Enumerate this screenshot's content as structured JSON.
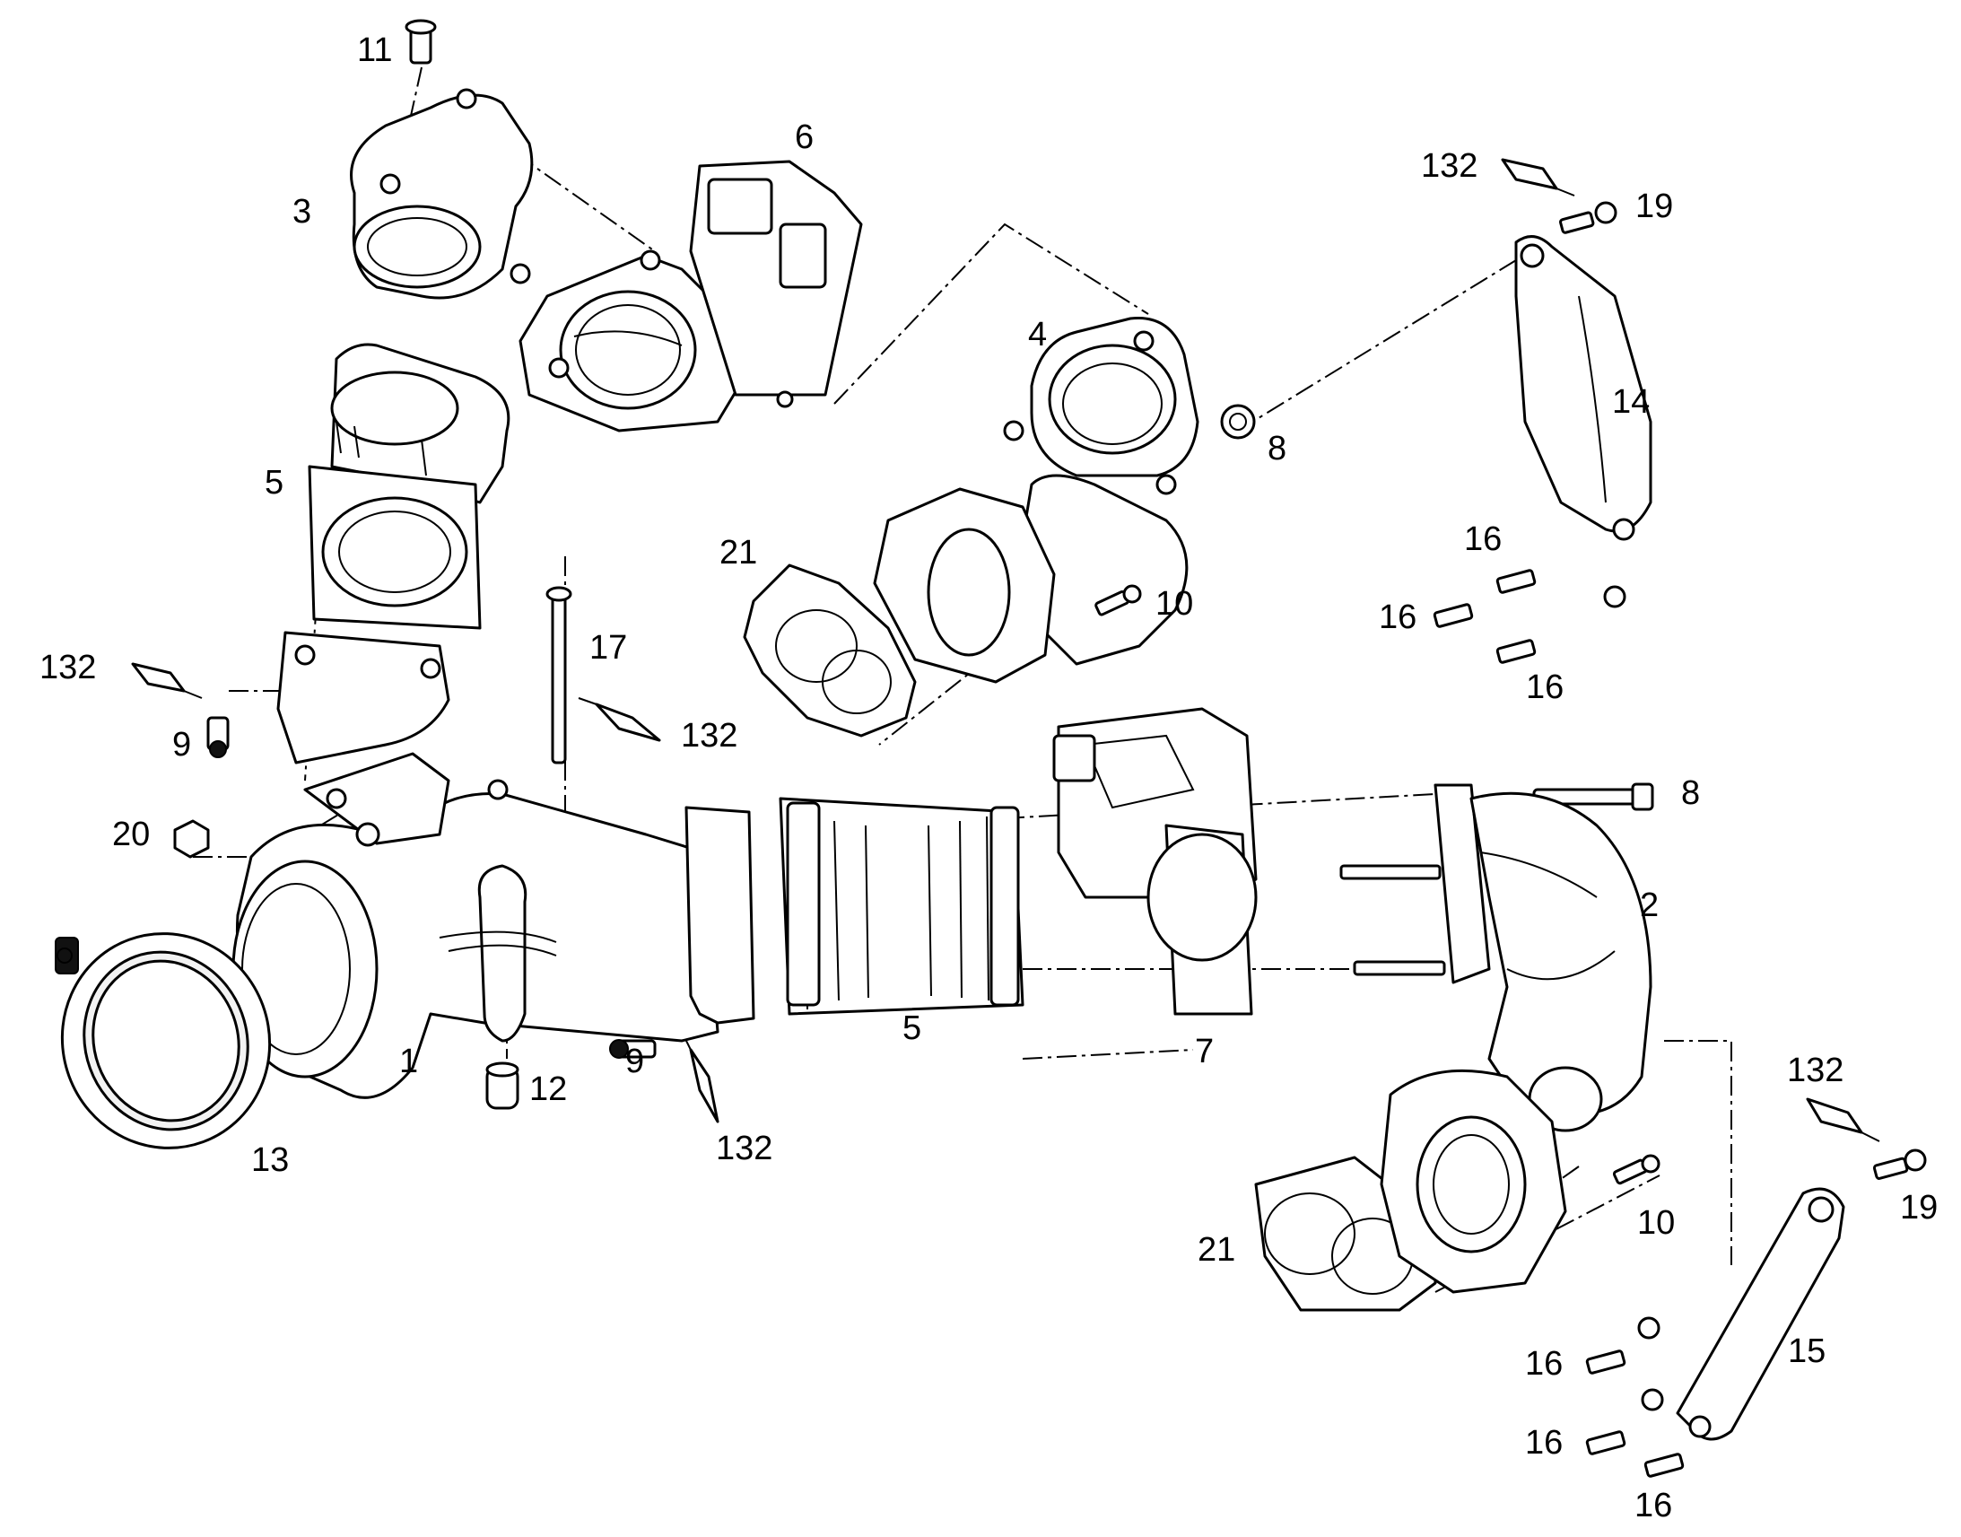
{
  "colors": {
    "line": "#000000",
    "background": "#ffffff"
  },
  "callouts": [
    {
      "id": "c-11",
      "text": "11"
    },
    {
      "id": "c-3",
      "text": "3"
    },
    {
      "id": "c-6",
      "text": "6"
    },
    {
      "id": "c-5-top",
      "text": "5"
    },
    {
      "id": "c-4",
      "text": "4"
    },
    {
      "id": "c-8-top",
      "text": "8"
    },
    {
      "id": "c-21-top",
      "text": "21"
    },
    {
      "id": "c-10-top",
      "text": "10"
    },
    {
      "id": "c-132-topright",
      "text": "132"
    },
    {
      "id": "c-19-top",
      "text": "19"
    },
    {
      "id": "c-14",
      "text": "14"
    },
    {
      "id": "c-16-a",
      "text": "16"
    },
    {
      "id": "c-16-b",
      "text": "16"
    },
    {
      "id": "c-16-c",
      "text": "16"
    },
    {
      "id": "c-132-left",
      "text": "132"
    },
    {
      "id": "c-9-left",
      "text": "9"
    },
    {
      "id": "c-17",
      "text": "17"
    },
    {
      "id": "c-132-mid",
      "text": "132"
    },
    {
      "id": "c-20",
      "text": "20"
    },
    {
      "id": "c-8-mid",
      "text": "8"
    },
    {
      "id": "c-2",
      "text": "2"
    },
    {
      "id": "c-1",
      "text": "1"
    },
    {
      "id": "c-12",
      "text": "12"
    },
    {
      "id": "c-9-bottom",
      "text": "9"
    },
    {
      "id": "c-5-bottom",
      "text": "5"
    },
    {
      "id": "c-7",
      "text": "7"
    },
    {
      "id": "c-132-bottom",
      "text": "132"
    },
    {
      "id": "c-13",
      "text": "13"
    },
    {
      "id": "c-132-right",
      "text": "132"
    },
    {
      "id": "c-19-bottom",
      "text": "19"
    },
    {
      "id": "c-10-bottom",
      "text": "10"
    },
    {
      "id": "c-21-bottom",
      "text": "21"
    },
    {
      "id": "c-15",
      "text": "15"
    },
    {
      "id": "c-16-d",
      "text": "16"
    },
    {
      "id": "c-16-e",
      "text": "16"
    },
    {
      "id": "c-16-f",
      "text": "16"
    }
  ]
}
